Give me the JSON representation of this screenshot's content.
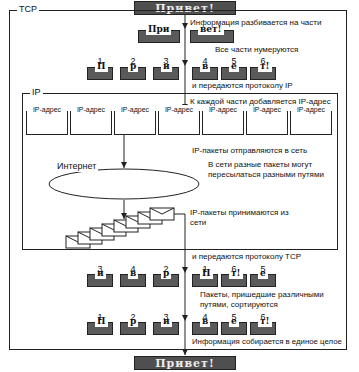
{
  "diagram": {
    "nodes": [
      {
        "text": [
          "Привет!"
        ]
      },
      {
        "text": [
          "TCP"
        ]
      },
      {
        "text": [
          "При"
        ],
        "in": 1
      },
      {
        "text": [
          "вет!"
        ],
        "in": 1
      },
      {
        "text": [
          "П"
        ],
        "in": 1
      },
      {
        "text": [
          "р"
        ],
        "in": 1
      },
      {
        "text": [
          "и"
        ],
        "in": 1
      },
      {
        "text": [
          "в"
        ],
        "in": 1
      },
      {
        "text": [
          "е"
        ],
        "in": 1
      },
      {
        "text": [
          "т!"
        ],
        "in": 1
      },
      {
        "text": [
          "IP"
        ],
        "in": 1
      },
      {
        "text": [
          "IP-адрес"
        ],
        "in": 10
      },
      {
        "text": [
          "IP-адрес"
        ],
        "in": 10
      },
      {
        "text": [
          "IP-адрес"
        ],
        "in": 10
      },
      {
        "text": [
          "IP-адрес"
        ],
        "in": 10
      },
      {
        "text": [
          "IP-адрес"
        ],
        "in": 10
      },
      {
        "text": [
          "IP-адрес"
        ],
        "in": 10
      },
      {
        "text": [
          "IP-адрес"
        ],
        "in": 10
      },
      {
        "text": [
          "Интернет"
        ],
        "in": 10
      },
      {
        "text": [
          "и"
        ],
        "in": 1
      },
      {
        "text": [
          "в"
        ],
        "in": 1
      },
      {
        "text": [
          "р"
        ],
        "in": 1
      },
      {
        "text": [
          "П"
        ],
        "in": 1
      },
      {
        "text": [
          "т!"
        ],
        "in": 1
      },
      {
        "text": [
          "е"
        ],
        "in": 1
      },
      {
        "text": [
          "П"
        ],
        "in": 1
      },
      {
        "text": [
          "р"
        ],
        "in": 1
      },
      {
        "text": [
          "и"
        ],
        "in": 1
      },
      {
        "text": [
          "в"
        ],
        "in": 1
      },
      {
        "text": [
          "е"
        ],
        "in": 1
      },
      {
        "text": [
          "т!"
        ],
        "in": 1
      },
      {
        "text": [
          "Привет!"
        ]
      }
    ],
    "labels": [
      "Информация разбивается на части",
      "Все части нумеруются",
      "1",
      "2",
      "3",
      "4",
      "5",
      "6",
      "и передаются протоколу IP",
      "К каждой части добавляется IP-адрес",
      "IP-пакеты отправляются в сеть",
      "В сети разные пакеты могут пересылаться разными путями",
      "IP-пакеты принимаются из сети",
      "и передаются протоколу TCP",
      "3",
      "4",
      "2",
      "1",
      "6",
      "5",
      "Пакеты, пришедшие различными путями, сортируются",
      "1",
      "2",
      "3",
      "4",
      "5",
      "6",
      "Информация собирается в единое целое"
    ]
  }
}
